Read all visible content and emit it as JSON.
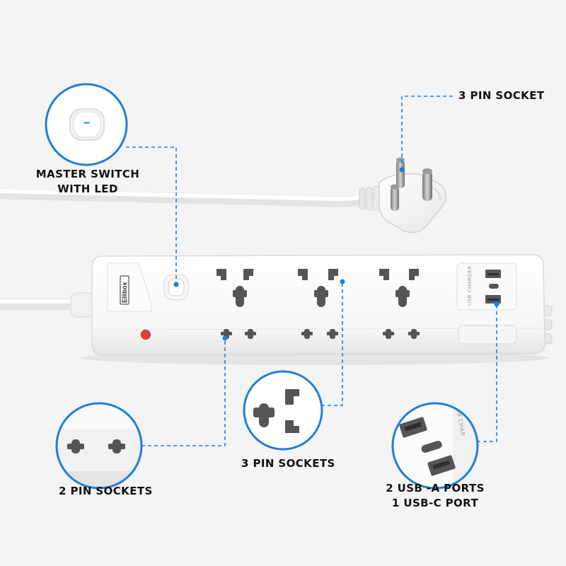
{
  "brand": {
    "logo_text": "Ellibox"
  },
  "strip": {
    "usb_panel_text": "USB CHARGER",
    "usb_callout_text": "USB CHAR"
  },
  "labels": {
    "plug": "3 PIN SOCKET",
    "switch_line1": "MASTER SWITCH",
    "switch_line2": "WITH LED",
    "two_pin": "2 PIN SOCKETS",
    "three_pin": "3 PIN SOCKETS",
    "usb_line1": "2 USB -A PORTS",
    "usb_line2": "1 USB-C PORT"
  },
  "colors": {
    "background": "#f4f4f4",
    "callout_ring": "#1e7fd8",
    "leader_line": "#1e7fd8",
    "led": "#e23b3b",
    "body": "#fdfdfd",
    "shadow": "#e2e2e2",
    "socket_hole": "#555555"
  },
  "icons": [
    "power-strip",
    "plug-icon",
    "rocker-switch-icon",
    "led-indicator-icon",
    "usb-a-port-icon",
    "usb-c-port-icon"
  ]
}
